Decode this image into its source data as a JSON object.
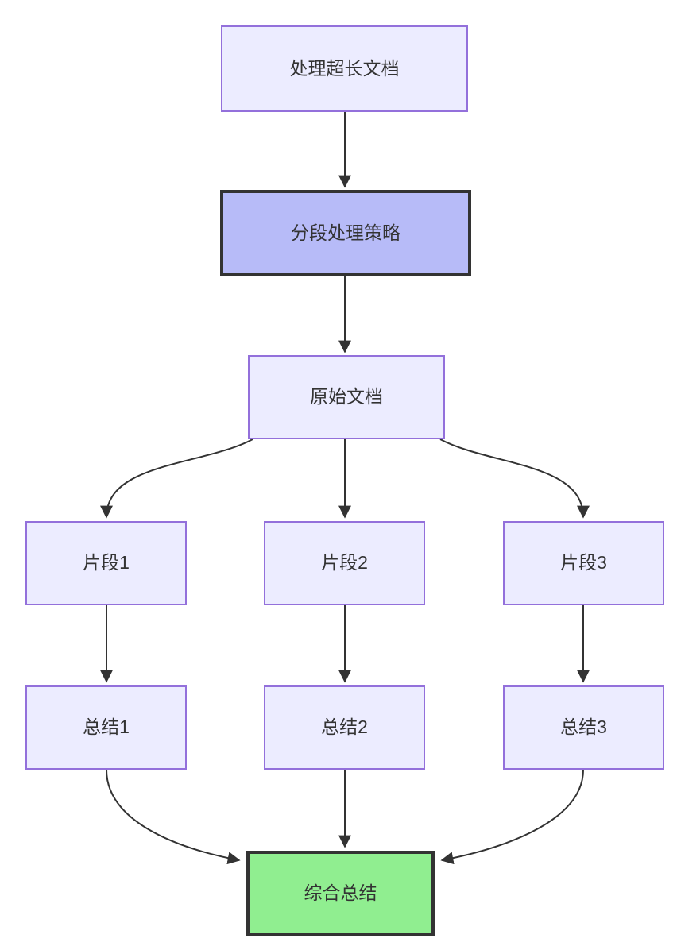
{
  "diagram": {
    "type": "flowchart",
    "direction": "top-down",
    "nodes": [
      {
        "id": "A",
        "label": "处理超长文档",
        "style": "default"
      },
      {
        "id": "B",
        "label": "分段处理策略",
        "style": "emphasis"
      },
      {
        "id": "C",
        "label": "原始文档",
        "style": "default"
      },
      {
        "id": "D1",
        "label": "片段1",
        "style": "default"
      },
      {
        "id": "D2",
        "label": "片段2",
        "style": "default"
      },
      {
        "id": "D3",
        "label": "片段3",
        "style": "default"
      },
      {
        "id": "E1",
        "label": "总结1",
        "style": "default"
      },
      {
        "id": "E2",
        "label": "总结2",
        "style": "default"
      },
      {
        "id": "E3",
        "label": "总结3",
        "style": "default"
      },
      {
        "id": "F",
        "label": "综合总结",
        "style": "success"
      }
    ],
    "edges": [
      {
        "from": "A",
        "to": "B"
      },
      {
        "from": "B",
        "to": "C"
      },
      {
        "from": "C",
        "to": "D1"
      },
      {
        "from": "C",
        "to": "D2"
      },
      {
        "from": "C",
        "to": "D3"
      },
      {
        "from": "D1",
        "to": "E1"
      },
      {
        "from": "D2",
        "to": "E2"
      },
      {
        "from": "D3",
        "to": "E3"
      },
      {
        "from": "E1",
        "to": "F"
      },
      {
        "from": "E2",
        "to": "F"
      },
      {
        "from": "E3",
        "to": "F"
      }
    ],
    "colors": {
      "background": "#ffffff",
      "node_fill": "#ececff",
      "node_border": "#9370db",
      "emphasis_fill": "#b7bbf8",
      "emphasis_border": "#333333",
      "success_fill": "#90ee90",
      "success_border": "#333333",
      "edge": "#333333",
      "text": "#333333"
    }
  }
}
